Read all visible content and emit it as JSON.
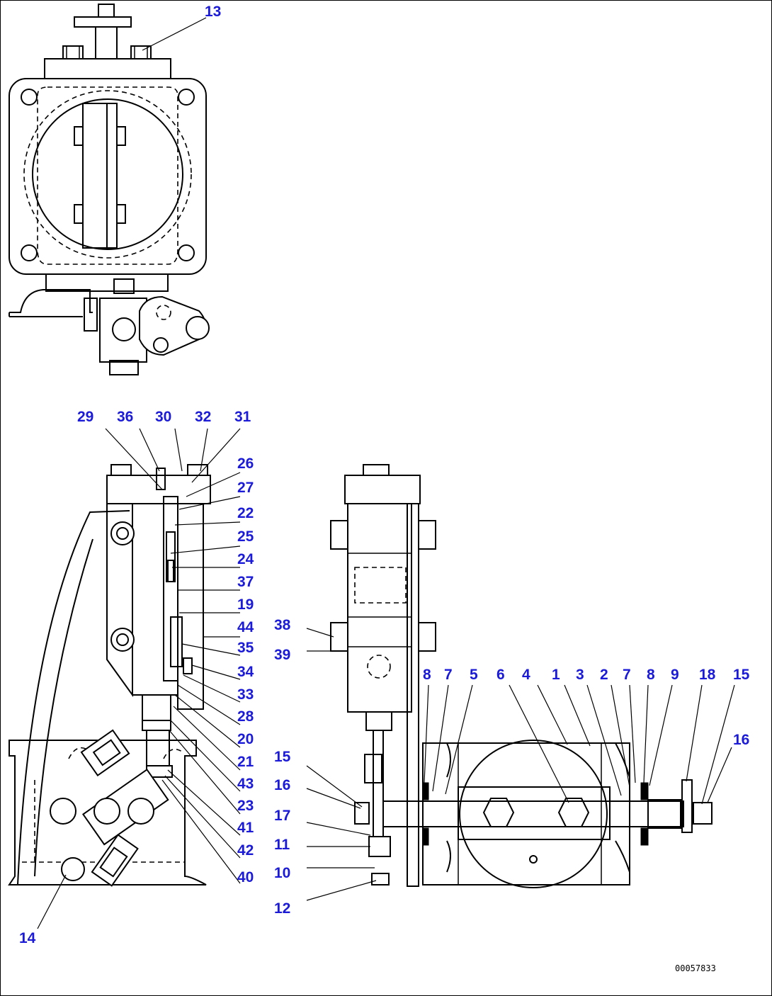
{
  "figure": {
    "drawing_number": "00057833"
  },
  "callouts": {
    "c13": "13",
    "c29": "29",
    "c36": "36",
    "c30": "30",
    "c32": "32",
    "c31": "31",
    "c26": "26",
    "c27": "27",
    "c22": "22",
    "c25": "25",
    "c24": "24",
    "c37": "37",
    "c19": "19",
    "c44": "44",
    "c35": "35",
    "c34": "34",
    "c33": "33",
    "c28": "28",
    "c20": "20",
    "c21": "21",
    "c43": "43",
    "c23": "23",
    "c41": "41",
    "c42": "42",
    "c40": "40",
    "c14": "14",
    "c38": "38",
    "c39": "39",
    "c8a": "8",
    "c7a": "7",
    "c5": "5",
    "c6": "6",
    "c4": "4",
    "c1": "1",
    "c3": "3",
    "c2": "2",
    "c7b": "7",
    "c8b": "8",
    "c9": "9",
    "c18": "18",
    "c15a": "15",
    "c16a": "16",
    "c15b": "15",
    "c16b": "16",
    "c17": "17",
    "c11": "11",
    "c10": "10",
    "c12": "12"
  }
}
